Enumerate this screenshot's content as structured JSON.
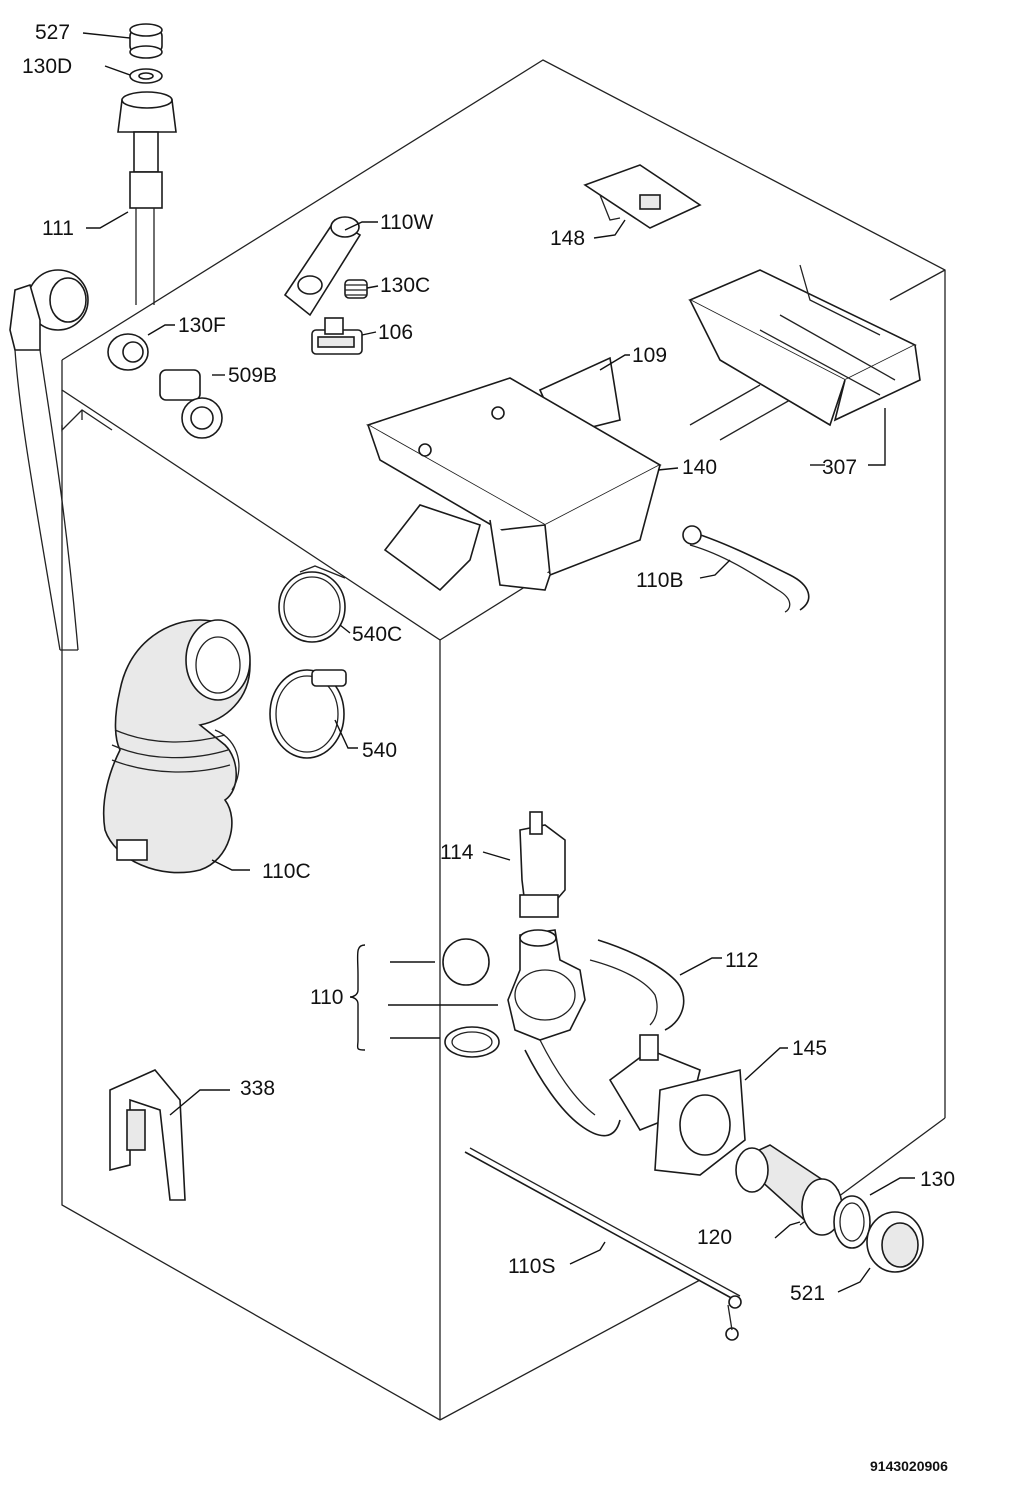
{
  "labels": {
    "l527": "527",
    "l130D": "130D",
    "l111": "111",
    "l110W": "110W",
    "l148": "148",
    "l130C": "130C",
    "l130F": "130F",
    "l106": "106",
    "l509B": "509B",
    "l109": "109",
    "l140": "140",
    "l307": "307",
    "l110B": "110B",
    "l540C": "540C",
    "l540": "540",
    "l110C": "110C",
    "l114": "114",
    "l112": "112",
    "l110": "110",
    "l145": "145",
    "l338": "338",
    "l130": "130",
    "l120": "120",
    "l110S": "110S",
    "l521": "521"
  },
  "document_number": "9143020906"
}
